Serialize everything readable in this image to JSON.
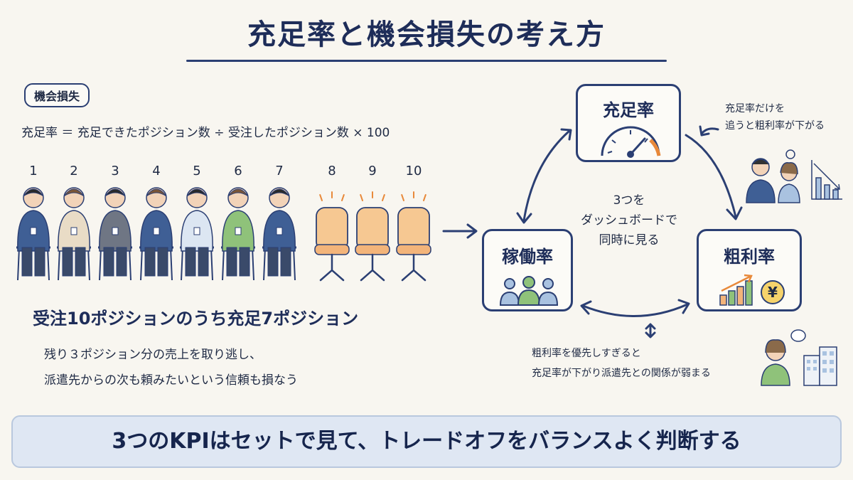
{
  "title": "充足率と機会損失の考え方",
  "tag": "機会損失",
  "formula": "充足率 ＝ 充足できたポジション数 ÷ 受注したポジション数 × 100",
  "positions": {
    "labels": [
      "1",
      "2",
      "3",
      "4",
      "5",
      "6",
      "7",
      "8",
      "9",
      "10"
    ],
    "filled": 7,
    "total": 10,
    "filled_color": "#3f5f95",
    "empty_seat_color": "#f6c892"
  },
  "headline": "受注10ポジションのうち充足7ポジション",
  "description": [
    "残り３ポジション分の売上を取り逃し、",
    "派遣先からの次も頼みたいという信頼も損なう"
  ],
  "kpis": {
    "fill_rate": "充足率",
    "utilization": "稼働率",
    "gross_margin": "粗利率"
  },
  "center_text": [
    "3つを",
    "ダッシュボードで",
    "同時に見る"
  ],
  "note_top_right": [
    "充足率だけを",
    "追うと粗利率が下がる"
  ],
  "note_bottom_right": [
    "粗利率を優先しすぎると",
    "充足率が下がり派遣先との関係が弱まる"
  ],
  "yen_symbol": "¥",
  "banner": "3つのKPIはセットで見て、トレードオフをバランスよく判断する",
  "colors": {
    "navy": "#2b3f73",
    "accent_orange": "#e8893a",
    "green": "#7fb36a",
    "banner_bg": "#dfe7f3"
  }
}
